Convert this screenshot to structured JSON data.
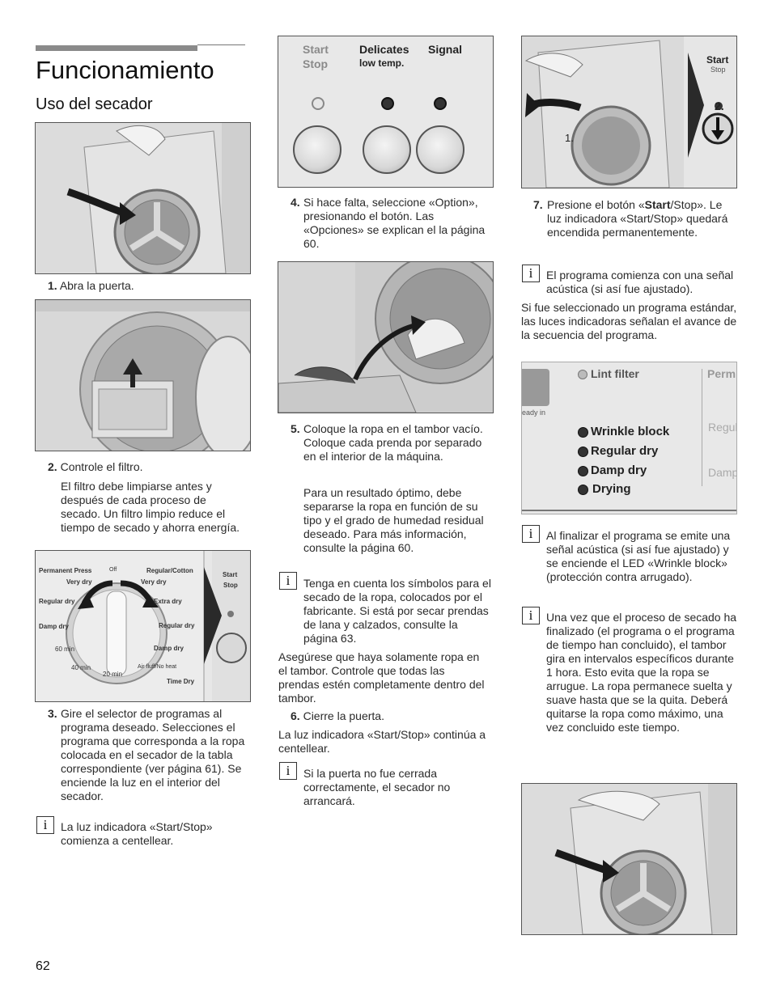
{
  "header": {
    "title": "Funcionamiento",
    "subtitle": "Uso del secador"
  },
  "col1": {
    "step1": {
      "num": "1.",
      "text": "Abra la puerta."
    },
    "step2": {
      "num": "2.",
      "text": "Controle el filtro."
    },
    "step2_para": "El filtro debe limpiarse antes y después de cada proceso de secado. Un filtro limpio reduce el tiempo de secado y ahorra energía.",
    "dial": {
      "labels": {
        "permanent_press": "Permanent Press",
        "regular_cotton": "Regular/Cotton",
        "very_dry_left": "Very dry",
        "very_dry_right": "Very dry",
        "regular_dry_left": "Regular dry",
        "regular_dry_right": "Regular dry",
        "damp_dry_left": "Damp dry",
        "damp_dry_right": "Damp dry",
        "extra_dry": "Extra dry",
        "off": "Off",
        "min60": "60 min",
        "min40": "40 min",
        "min20": "20 min",
        "air_fluff": "Air fluff/No heat",
        "time_dry": "Time Dry"
      },
      "start_label": "Start",
      "stop_label": "Stop"
    },
    "step3": {
      "num": "3.",
      "text": "Gire el selector de programas al programa deseado. Selecciones el programa que corresponda a la ropa colocada en el secador de la tabla correspondiente (ver página 61). Se enciende la luz en el interior del secador."
    },
    "info1": "La luz indicadora «Start/Stop» comienza a centellear."
  },
  "col2": {
    "panel": {
      "start": "Start",
      "stop": "Stop",
      "delicates": "Delicates",
      "low_temp": "low temp.",
      "signal": "Signal"
    },
    "step4": {
      "num": "4.",
      "text": "Si hace falta, seleccione «Option», presionando el botón. Las «Opciones» se explican el la página 60."
    },
    "step5": {
      "num": "5.",
      "text": "Coloque la ropa en el tambor vacío. Coloque cada prenda por separado en el interior de la máquina."
    },
    "step5_para": "Para un resultado óptimo, debe separarse la ropa en función de su tipo y el grado de humedad residual deseado. Para más información, consulte la página 60.",
    "info2": "Tenga en cuenta los símbolos para el secado de la ropa, colocados por el fabricante. Si está por secar prendas de lana y calzados, consulte la página 63.",
    "para_ensure": "Asegúrese que haya solamente ropa en el tambor. Controle que todas las prendas estén completamente dentro del tambor.",
    "step6": {
      "num": "6.",
      "text": "Cierre la puerta."
    },
    "para_light": "La luz indicadora «Start/Stop» continúa a centellear.",
    "info3": "Si la puerta no fue cerrada correctamente, el secador no arrancará."
  },
  "col3": {
    "fig7": {
      "start": "Start",
      "stop": "Stop",
      "marker1": "1.",
      "marker2": "2."
    },
    "step7": {
      "num": "7.",
      "pre": "Presione el botón «",
      "bold": "Start",
      "post": "/Stop». Le luz indicadora «Start/Stop» quedará encendida permanentemente."
    },
    "info4": "El programa comienza con una señal acústica (si así fue ajustado).",
    "para_standard": "Si fue seleccionado un programa estándar, las luces indicadoras señalan el avance de la secuencia del programa.",
    "status_panel": {
      "lint_filter": "Lint filter",
      "perm": "Perm",
      "ready_in": "eady in",
      "regul": "Regul",
      "damp": "Damp",
      "items": [
        "Wrinkle block",
        "Regular dry",
        "Damp dry",
        "Drying"
      ]
    },
    "info5": "Al finalizar el programa se emite una señal acústica (si así fue ajustado) y se enciende el LED «Wrinkle block» (protección contra arrugado).",
    "info6": "Una vez que el proceso de secado ha finalizado (el programa o el programa de tiempo han concluido), el tambor gira en intervalos específicos durante 1 hora. Esto evita que la ropa se arrugue. La ropa permanece suelta y suave hasta que se la quita. Deberá quitarse la ropa como máximo, una vez concluido este tiempo."
  },
  "footer": {
    "page_number": "62"
  },
  "icons": {
    "info": "i"
  }
}
